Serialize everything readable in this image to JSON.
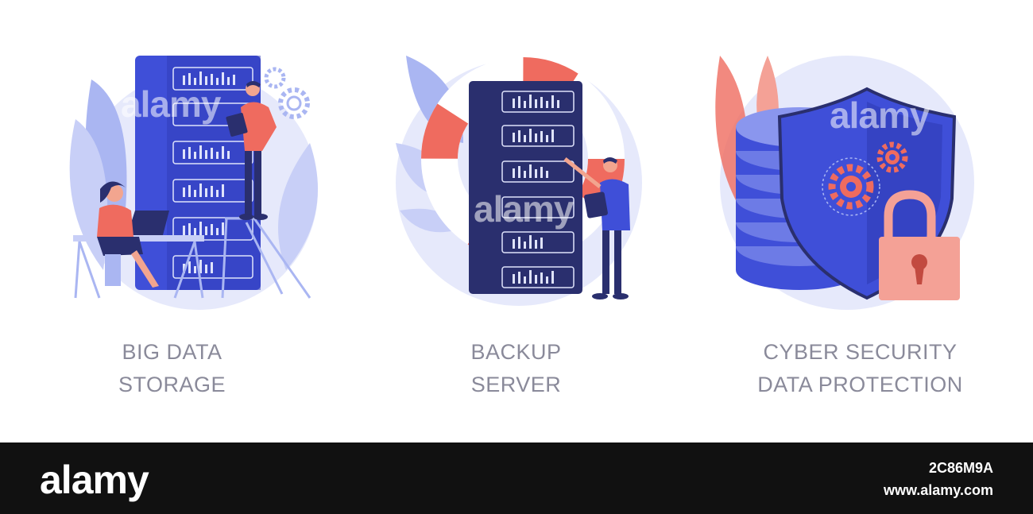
{
  "panels": [
    {
      "line1": "BIG DATA",
      "line2": "STORAGE"
    },
    {
      "line1": "BACKUP",
      "line2": "SERVER"
    },
    {
      "line1": "CYBER SECURITY",
      "line2": "DATA PROTECTION"
    }
  ],
  "watermark": "alamy",
  "footer": {
    "brand": "alamy",
    "image_id": "2C86M9A",
    "site": "www.alamy.com"
  },
  "colors": {
    "primary": "#3f4fd8",
    "dark": "#2a2f6e",
    "accent": "#ef6b5f",
    "light": "#dfe3fb",
    "text": "#8a8a9a"
  }
}
